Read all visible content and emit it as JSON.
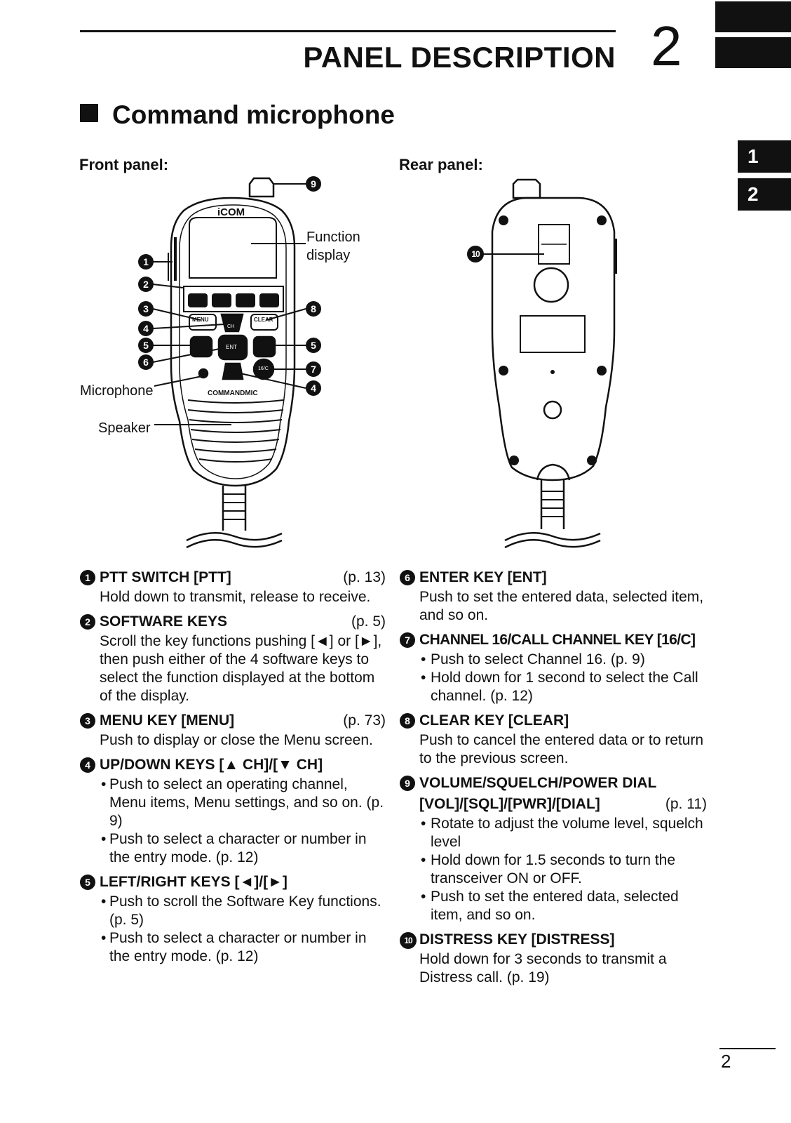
{
  "header": {
    "title": "PANEL DESCRIPTION",
    "chapter": "2",
    "tabs": [
      "1",
      "2"
    ]
  },
  "section": {
    "title": "Command microphone"
  },
  "figure": {
    "front_label": "Front panel:",
    "rear_label": "Rear panel:",
    "brand": "iCOM",
    "model_text": "COMMANDMIC",
    "key_labels": {
      "menu": "MENU",
      "clear": "CLEAR",
      "ch": "CH",
      "ent": "ENT",
      "sixteen_c": "16/C"
    },
    "callouts": {
      "function_display": "Function display",
      "microphone": "Microphone",
      "speaker": "Speaker"
    },
    "numbers": [
      "1",
      "2",
      "3",
      "4",
      "5",
      "6",
      "7",
      "8",
      "9",
      "10"
    ]
  },
  "items": {
    "ptt": {
      "num": "1",
      "title": "PTT SWITCH [PTT]",
      "ref": "(p. 13)",
      "body": "Hold down to transmit, release to receive."
    },
    "software": {
      "num": "2",
      "title": "SOFTWARE KEYS",
      "ref": "(p. 5)",
      "body": "Scroll the key functions pushing [◄] or [►], then push either of the 4 software keys to select the function displayed at the bottom of the display."
    },
    "menu": {
      "num": "3",
      "title": "MENU KEY [MENU]",
      "ref": "(p. 73)",
      "body": "Push to display or close the Menu screen."
    },
    "updown": {
      "num": "4",
      "title": "UP/DOWN KEYS [▲ CH]/[▼ CH]",
      "bullets": [
        "Push to select an operating channel, Menu items, Menu settings, and so on. (p. 9)",
        "Push to select a character or number in the entry mode. (p. 12)"
      ]
    },
    "leftright": {
      "num": "5",
      "title": "LEFT/RIGHT KEYS [◄]/[►]",
      "bullets": [
        "Push to scroll the Software Key functions. (p. 5)",
        "Push to select a character or number in the entry mode. (p. 12)"
      ]
    },
    "enter": {
      "num": "6",
      "title": "ENTER KEY [ENT]",
      "body": "Push to set the entered data, selected item, and so on."
    },
    "ch16": {
      "num": "7",
      "title": "CHANNEL 16/CALL CHANNEL KEY [16/C]",
      "bullets": [
        "Push to select Channel 16. (p. 9)",
        "Hold down for 1 second to select the Call channel. (p. 12)"
      ]
    },
    "clear": {
      "num": "8",
      "title": "CLEAR KEY [CLEAR]",
      "body": "Push to cancel the entered data or to return to the previous screen."
    },
    "volume": {
      "num": "9",
      "title_line1": "VOLUME/SQUELCH/POWER DIAL",
      "title_line2": "[VOL]/[SQL]/[PWR]/[DIAL]",
      "ref": "(p. 11)",
      "bullets": [
        "Rotate to adjust the volume level, squelch level",
        "Hold down for 1.5 seconds to turn the transceiver ON or OFF.",
        "Push to set the entered data, selected item, and so on."
      ]
    },
    "distress": {
      "num": "10",
      "title": "DISTRESS KEY [DISTRESS]",
      "body": "Hold down for 3 seconds to transmit a Distress call. (p. 19)"
    }
  },
  "footer": {
    "page": "2"
  }
}
